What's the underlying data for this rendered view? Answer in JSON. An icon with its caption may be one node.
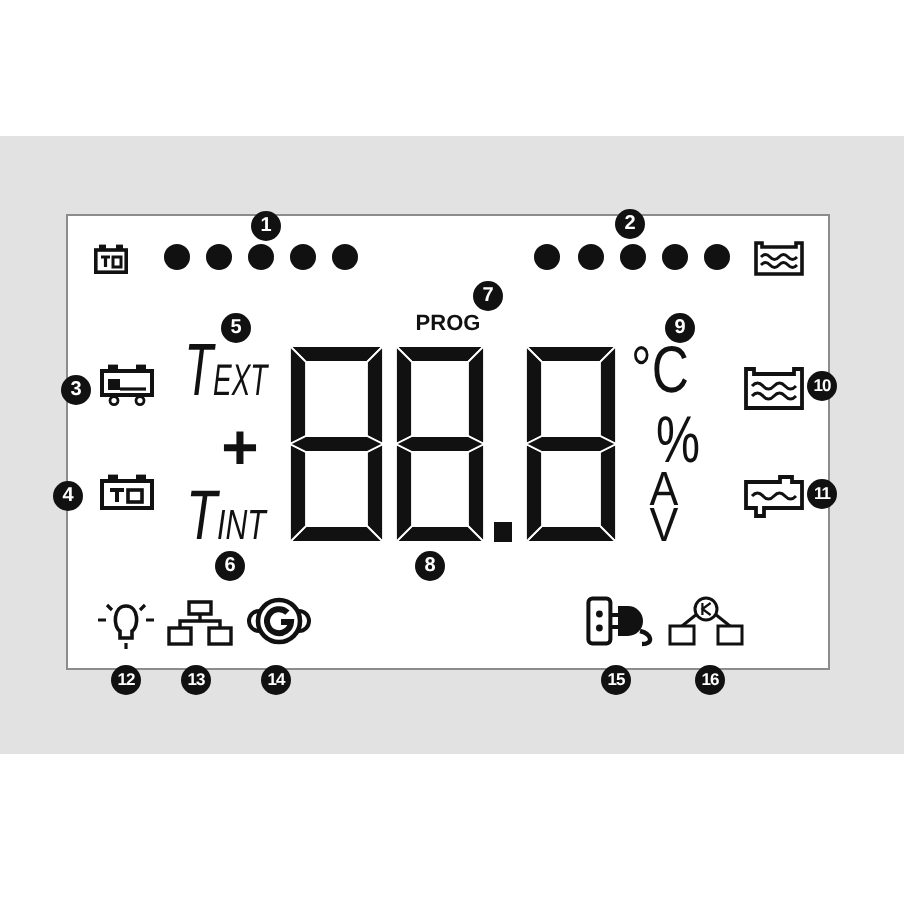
{
  "diagram": {
    "labels": [
      "1",
      "2",
      "7",
      "5",
      "PROG",
      "9",
      "3",
      "T$_{EXT}$",
      "°C",
      "10",
      "+",
      "%",
      "4",
      "T$_{INT}$",
      "A",
      "11",
      "V",
      "6",
      "8",
      "12",
      "13",
      "14",
      "15",
      "16"
    ]
  }
}
